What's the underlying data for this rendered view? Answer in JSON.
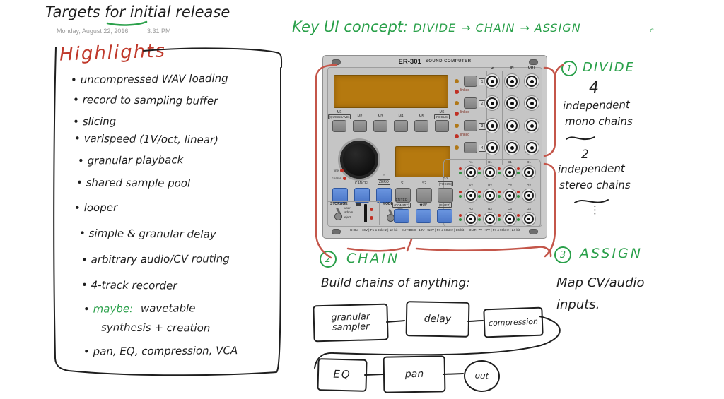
{
  "colors": {
    "green_ink": "#2aa04a",
    "red_heading": "#c0392b",
    "sketch_red": "#c4564a",
    "black_ink": "#1e1e1e",
    "module_panel": "#cbcbcb",
    "display_orange": "#b5790f",
    "button_blue": "#5b8ada"
  },
  "page": {
    "title_pre": "Targets for",
    "title_mid": "initial",
    "title_post": "release",
    "date": "Monday, August 22, 2016",
    "time": "3:31 PM",
    "stray_mark": "c"
  },
  "highlights": {
    "heading": "Highlights",
    "bullet": "•",
    "items": [
      {
        "text": "uncompressed WAV loading"
      },
      {
        "text": "record to sampling buffer"
      },
      {
        "text": "slicing"
      },
      {
        "text": "varispeed (1V/oct, linear)"
      },
      {
        "text": "granular playback"
      },
      {
        "text": "shared sample pool"
      },
      {
        "text": "looper"
      },
      {
        "text": "simple & granular delay"
      },
      {
        "text": "arbitrary audio/CV routing"
      },
      {
        "text": "4-track recorder"
      },
      {
        "prefix": "maybe:",
        "text": "wavetable",
        "text2": "synthesis + creation"
      },
      {
        "text": "pan, EQ, compression, VCA"
      }
    ]
  },
  "key_concept": {
    "label": "Key UI concept:",
    "step1": "DIVIDE",
    "step2": "CHAIN",
    "step3": "ASSIGN",
    "arrow": "→"
  },
  "module": {
    "name": "ER-301",
    "subtitle": "SOUND COMPUTER",
    "io_headers": [
      "G",
      "IN",
      "OUT"
    ],
    "chain_numbers": [
      "1",
      "2",
      "3",
      "4"
    ],
    "linked_label": "linked",
    "m_labels": [
      {
        "l1": "M1",
        "l2": "(QUICKSAVE)"
      },
      {
        "l1": "M2"
      },
      {
        "l1": "M3"
      },
      {
        "l1": "M4"
      },
      {
        "l1": "M5"
      },
      {
        "l1": "M6",
        "l2": "(FOCUS)"
      }
    ],
    "fine_label": "fine",
    "coarse_label": "coarse",
    "cancel_label": "CANCEL",
    "zero_label": "ZERO",
    "zero_icon": "⌂",
    "s_labels": [
      {
        "l1": "S1"
      },
      {
        "l1": "S2"
      },
      {
        "l1": "S3",
        "l2": "(FOCUS)"
      }
    ],
    "storage": {
      "label": "STORAGE",
      "opt1": "user",
      "opt2": "admin",
      "opt3": "eject"
    },
    "mode": {
      "label": "MODE",
      "opt1": "hold",
      "opt2": "edit",
      "opt3": "scope"
    },
    "enter": {
      "l1": "ENTER",
      "l2": "(COMMIT)"
    },
    "up_label": "◆UP",
    "shift_label": "(SHIFT)",
    "grid": [
      [
        "A1",
        "B1",
        "C1",
        "D1"
      ],
      [
        "A2",
        "B2",
        "C2",
        "D2"
      ],
      [
        "A3",
        "B3",
        "C3",
        "D3"
      ]
    ],
    "spec_g": "G: 0V~+10V | Fs ≤ 96kHz | 12-bit",
    "spec_in": "IN•ABCD: -10V~+10V | Fs ≤ 60kHz | 16-bit",
    "spec_out": "OUT: -7V~+7V | Fs ≤ 96kHz | 24-bit"
  },
  "divide": {
    "number": "1",
    "label": "DIVIDE",
    "line1": "4",
    "line2": "independent",
    "line3": "mono chains",
    "line4": "2",
    "line5": "independent",
    "line6": "stereo chains",
    "ellipsis": "⋮"
  },
  "chain": {
    "number": "2",
    "label": "CHAIN",
    "heading": "Build chains of anything:",
    "box1a": "granular",
    "box1b": "sampler",
    "box2": "delay",
    "box3": "compression",
    "box4": "EQ",
    "box5": "pan",
    "box6": "out"
  },
  "assign": {
    "number": "3",
    "label": "ASSIGN",
    "note1": "Map CV/audio",
    "note2": "inputs."
  }
}
